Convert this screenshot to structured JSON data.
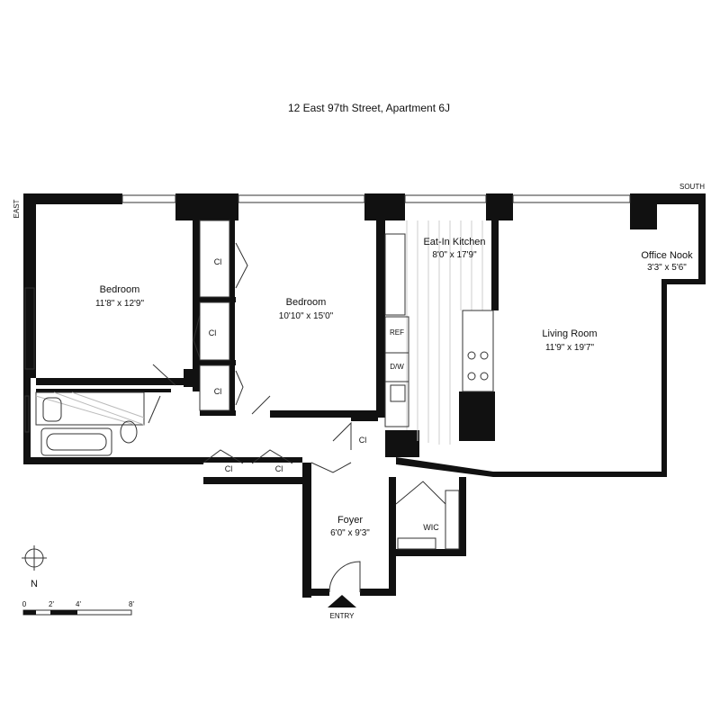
{
  "title": "12 East 97th Street, Apartment 6J",
  "orientation": {
    "east": "EAST",
    "south": "SOUTH",
    "north": "N"
  },
  "rooms": {
    "bedroom1": {
      "name": "Bedroom",
      "dim": "11'8\" x 12'9\""
    },
    "bedroom2": {
      "name": "Bedroom",
      "dim": "10'10\" x 15'0\""
    },
    "kitchen": {
      "name": "Eat-In Kitchen",
      "dim": "8'0\" x 17'9\""
    },
    "office": {
      "name": "Office Nook",
      "dim": "3'3\" x 5'6\""
    },
    "living": {
      "name": "Living Room",
      "dim": "11'9\" x 19'7\""
    },
    "foyer": {
      "name": "Foyer",
      "dim": "6'0\" x 9'3\""
    },
    "wic": {
      "name": "WIC"
    }
  },
  "closets": [
    "Cl",
    "Cl",
    "Cl",
    "Cl",
    "Cl",
    "Cl"
  ],
  "appliances": {
    "ref": "REF",
    "dw": "D/W"
  },
  "entry": "ENTRY",
  "scale": [
    "0",
    "2'",
    "4'",
    "8'"
  ]
}
